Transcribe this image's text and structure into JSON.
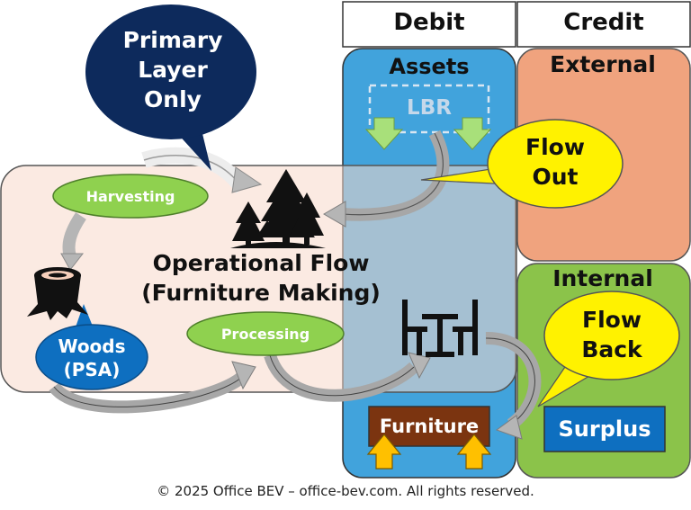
{
  "header": {
    "debit": "Debit",
    "credit": "Credit"
  },
  "assets": {
    "title": "Assets",
    "lbr": "LBR",
    "furniture": "Furniture"
  },
  "external": {
    "title": "External"
  },
  "internal": {
    "title": "Internal",
    "surplus": "Surplus"
  },
  "callouts": {
    "primary": [
      "Primary",
      "Layer",
      "Only"
    ],
    "flow_out": [
      "Flow",
      "Out"
    ],
    "flow_back": [
      "Flow",
      "Back"
    ]
  },
  "operational": {
    "line1": "Operational Flow",
    "line2": "(Furniture Making)"
  },
  "nodes": {
    "harvesting": "Harvesting",
    "processing": "Processing",
    "woods": [
      "Woods",
      "(PSA)"
    ]
  },
  "icons": [
    "forest-icon",
    "stump-icon",
    "table-chairs-icon",
    "arrow-up-icon",
    "arrow-down-icon"
  ],
  "colors": {
    "assets": "#41a3dc",
    "external": "#f0a37e",
    "internal": "#8bc34a",
    "operational": "#f8d9cb",
    "node_green": "#8fd14f",
    "callout_dark": "#0d2a5c",
    "callout_yellow": "#fff200",
    "woods": "#0e6fc0",
    "furniture": "#7b3410",
    "surplus": "#0e6fc0"
  },
  "footer": {
    "copyright": "© 2025 Office BEV – office-bev.com. All rights reserved."
  }
}
